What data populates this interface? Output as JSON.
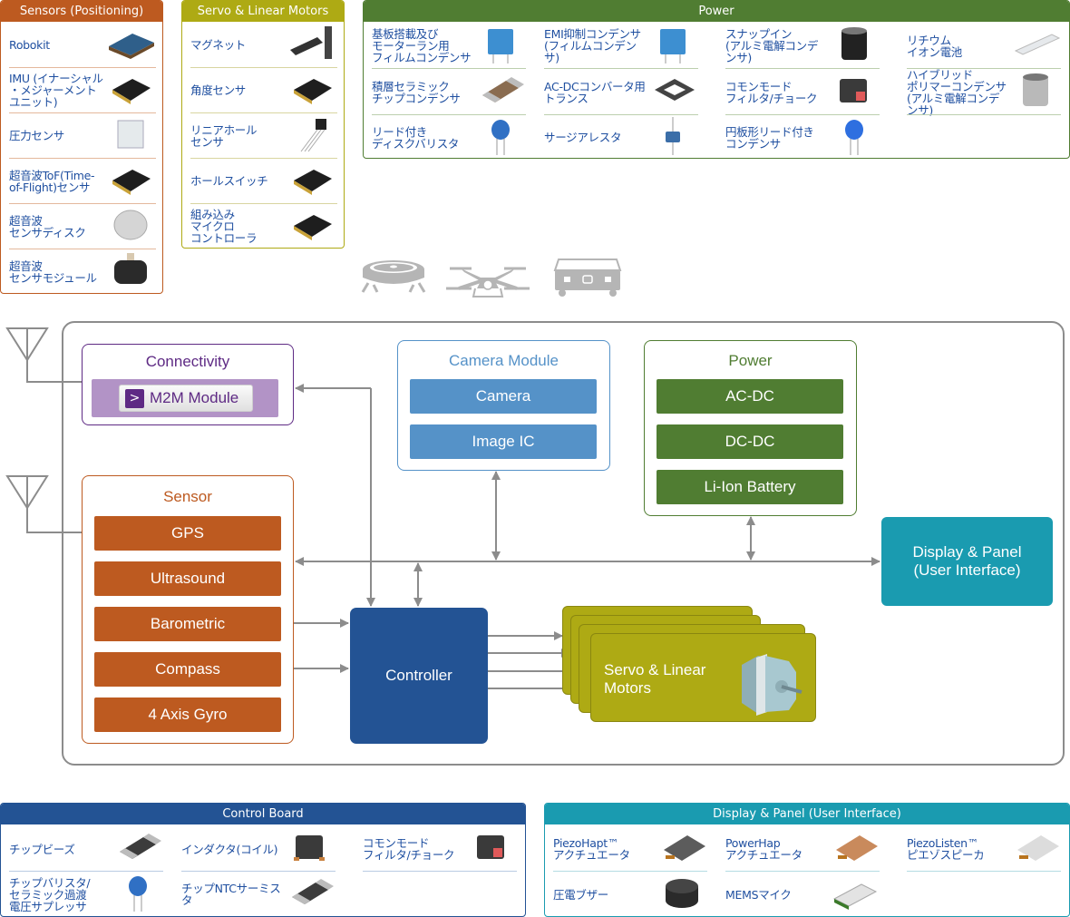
{
  "colors": {
    "sensors_orange": "#bd5a20",
    "servo_olive": "#aeaa14",
    "power_green": "#507d32",
    "camera_blue": "#5592c8",
    "connectivity_purple": "#5e2a84",
    "connectivity_fill": "#b293c6",
    "controller_navy": "#235394",
    "display_teal": "#1a9bb0",
    "wire_gray": "#8c8c8c",
    "link_blue": "#1f4fa0"
  },
  "panels": {
    "sensors": {
      "title": "Sensors (Positioning)",
      "items": [
        {
          "label": "Robokit",
          "icon": "robokit-board-icon"
        },
        {
          "label": "IMU (イナーシャル\n・メジャーメント\nユニット)",
          "icon": "imu-chip-icon"
        },
        {
          "label": "圧力センサ",
          "icon": "pressure-sensor-icon"
        },
        {
          "label": "超音波ToF(Time-\nof-Flight)センサ",
          "icon": "tof-sensor-chip-icon"
        },
        {
          "label": "超音波\nセンサディスク",
          "icon": "sensor-disc-icon"
        },
        {
          "label": "超音波\nセンサモジュール",
          "icon": "sensor-module-icon"
        }
      ]
    },
    "servo": {
      "title": "Servo & Linear Motors",
      "items": [
        {
          "label": "マグネット",
          "icon": "magnet-icon"
        },
        {
          "label": "角度センサ",
          "icon": "angle-sensor-chip-icon"
        },
        {
          "label": "リニアホール\nセンサ",
          "icon": "linear-hall-sensor-icon"
        },
        {
          "label": "ホールスイッチ",
          "icon": "hall-switch-chip-icon"
        },
        {
          "label": "組み込み\nマイクロ\nコントローラ",
          "icon": "microcontroller-chip-icon"
        }
      ]
    },
    "power": {
      "title": "Power",
      "items": [
        {
          "label": "基板搭載及び\nモーターラン用\nフィルムコンデンサ",
          "icon": "film-capacitor-icon"
        },
        {
          "label": "EMI抑制コンデンサ\n(フィルムコンデンサ)",
          "icon": "emi-capacitor-icon"
        },
        {
          "label": "スナップイン\n(アルミ電解コンデンサ)",
          "icon": "snap-in-capacitor-icon"
        },
        {
          "label": "リチウム\nイオン電池",
          "icon": "li-ion-battery-icon"
        },
        {
          "label": "積層セラミック\nチップコンデンサ",
          "icon": "mlcc-chip-icon"
        },
        {
          "label": "AC-DCコンバータ用\nトランス",
          "icon": "transformer-icon"
        },
        {
          "label": "コモンモード\nフィルタ/チョーク",
          "icon": "common-mode-choke-icon"
        },
        {
          "label": "ハイブリッド\nポリマーコンデンサ\n(アルミ電解コンデンサ)",
          "icon": "hybrid-polymer-capacitor-icon"
        },
        {
          "label": "リード付き\nディスクバリスタ",
          "icon": "disc-varistor-icon"
        },
        {
          "label": "サージアレスタ",
          "icon": "surge-arrester-icon"
        },
        {
          "label": "円板形リード付き\nコンデンサ",
          "icon": "disc-capacitor-icon"
        }
      ]
    },
    "control_board": {
      "title": "Control Board",
      "items": [
        {
          "label": "チップビーズ",
          "icon": "chip-bead-icon"
        },
        {
          "label": "インダクタ(コイル)",
          "icon": "inductor-icon"
        },
        {
          "label": "コモンモード\nフィルタ/チョーク",
          "icon": "common-mode-choke-icon"
        },
        {
          "label": "チップバリスタ/\nセラミック過渡\n電圧サプレッサ",
          "icon": "chip-varistor-icon"
        },
        {
          "label": "チップNTCサーミスタ",
          "icon": "ntc-thermistor-icon"
        }
      ]
    },
    "display_panel": {
      "title": "Display & Panel (User Interface)",
      "items": [
        {
          "label": "PiezoHapt™\nアクチュエータ",
          "icon": "piezohapt-actuator-icon"
        },
        {
          "label": "PowerHap\nアクチュエータ",
          "icon": "powerhap-actuator-icon"
        },
        {
          "label": "PiezoListen™\nピエゾスピーカ",
          "icon": "piezolisten-speaker-icon"
        },
        {
          "label": "圧電ブザー",
          "icon": "piezo-buzzer-icon"
        },
        {
          "label": "MEMSマイク",
          "icon": "mems-microphone-icon"
        }
      ]
    }
  },
  "applications": [
    "robot-vacuum-icon",
    "drone-icon",
    "service-robot-icon"
  ],
  "diagram": {
    "connectivity": {
      "title": "Connectivity",
      "button": "M2M Module"
    },
    "camera": {
      "title": "Camera Module",
      "blocks": [
        "Camera",
        "Image IC"
      ]
    },
    "power": {
      "title": "Power",
      "blocks": [
        "AC-DC",
        "DC-DC",
        "Li-Ion Battery"
      ]
    },
    "sensor": {
      "title": "Sensor",
      "blocks": [
        "GPS",
        "Ultrasound",
        "Barometric",
        "Compass",
        "4 Axis Gyro"
      ]
    },
    "controller": "Controller",
    "servo": "Servo & Linear\nMotors",
    "display": "Display & Panel\n(User Interface)"
  }
}
